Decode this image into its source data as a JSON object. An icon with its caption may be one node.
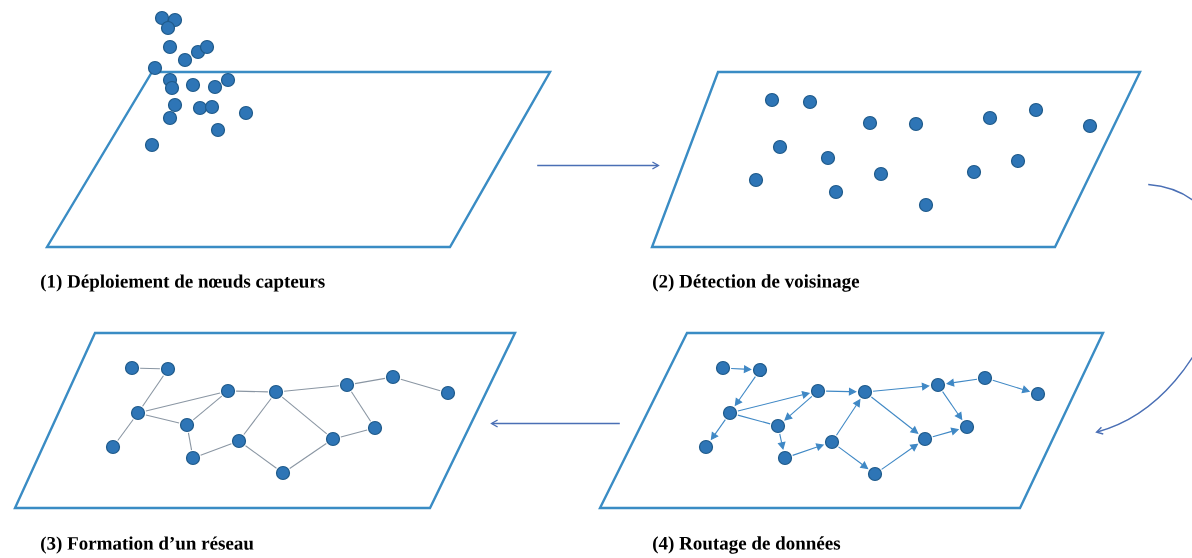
{
  "diagram": {
    "nodes": [
      {
        "text": [],
        "shape": "parallelogram",
        "beside": [
          "(1) Déploiement de nœuds capteurs"
        ]
      },
      {
        "text": [],
        "shape": "parallelogram",
        "beside": [
          "(2) Détection de voisinage"
        ]
      },
      {
        "text": [],
        "shape": "parallelogram",
        "beside": [
          "(3) Formation d’un réseau"
        ]
      },
      {
        "text": [],
        "shape": "parallelogram",
        "beside": [
          "(4) Routage de données"
        ]
      },
      {
        "text": [],
        "shape": "circle",
        "in": 2
      },
      {
        "text": [],
        "shape": "circle",
        "in": 2
      },
      {
        "text": [],
        "shape": "circle",
        "in": 2
      },
      {
        "text": [],
        "shape": "circle",
        "in": 2
      },
      {
        "text": [],
        "shape": "circle",
        "in": 2
      },
      {
        "text": [],
        "shape": "circle",
        "in": 2
      },
      {
        "text": [],
        "shape": "circle",
        "in": 2
      },
      {
        "text": [],
        "shape": "circle",
        "in": 2
      },
      {
        "text": [],
        "shape": "circle",
        "in": 2
      },
      {
        "text": [],
        "shape": "circle",
        "in": 2
      },
      {
        "text": [],
        "shape": "circle",
        "in": 2
      },
      {
        "text": [],
        "shape": "circle",
        "in": 2
      },
      {
        "text": [],
        "shape": "circle",
        "in": 2
      },
      {
        "text": [],
        "shape": "circle",
        "in": 2
      },
      {
        "text": [],
        "shape": "circle",
        "in": 2
      },
      {
        "text": [],
        "shape": "circle",
        "in": 3
      },
      {
        "text": [],
        "shape": "circle",
        "in": 3
      },
      {
        "text": [],
        "shape": "circle",
        "in": 3
      },
      {
        "text": [],
        "shape": "circle",
        "in": 3
      },
      {
        "text": [],
        "shape": "circle",
        "in": 3
      },
      {
        "text": [],
        "shape": "circle",
        "in": 3
      },
      {
        "text": [],
        "shape": "circle",
        "in": 3
      },
      {
        "text": [],
        "shape": "circle",
        "in": 3
      },
      {
        "text": [],
        "shape": "circle",
        "in": 3
      },
      {
        "text": [],
        "shape": "circle",
        "in": 3
      },
      {
        "text": [],
        "shape": "circle",
        "in": 3
      },
      {
        "text": [],
        "shape": "circle",
        "in": 3
      },
      {
        "text": [],
        "shape": "circle",
        "in": 3
      },
      {
        "text": [],
        "shape": "circle",
        "in": 3
      },
      {
        "text": [],
        "shape": "circle",
        "in": 3
      },
      {
        "text": [],
        "shape": "circle"
      },
      {
        "text": [],
        "shape": "circle"
      },
      {
        "text": [],
        "shape": "circle"
      },
      {
        "text": [],
        "shape": "circle"
      },
      {
        "text": [],
        "shape": "circle"
      },
      {
        "text": [],
        "shape": "circle"
      },
      {
        "text": [],
        "shape": "circle"
      },
      {
        "text": [],
        "shape": "circle"
      },
      {
        "text": [],
        "shape": "circle",
        "in": 0
      },
      {
        "text": [],
        "shape": "circle",
        "in": 0
      },
      {
        "text": [],
        "shape": "circle",
        "in": 0
      },
      {
        "text": [],
        "shape": "circle",
        "in": 0
      },
      {
        "text": [],
        "shape": "circle",
        "in": 0
      },
      {
        "text": [],
        "shape": "circle",
        "in": 0
      },
      {
        "text": [],
        "shape": "circle",
        "in": 0
      },
      {
        "text": [],
        "shape": "circle",
        "in": 0
      },
      {
        "text": [],
        "shape": "circle",
        "in": 0
      },
      {
        "text": [],
        "shape": "circle",
        "in": 0
      },
      {
        "text": [],
        "shape": "circle",
        "in": 0
      },
      {
        "text": [],
        "shape": "circle",
        "in": 0
      },
      {
        "text": [],
        "shape": "circle",
        "in": 1
      },
      {
        "text": [],
        "shape": "circle",
        "in": 1
      },
      {
        "text": [],
        "shape": "circle",
        "in": 1
      },
      {
        "text": [],
        "shape": "circle",
        "in": 1
      },
      {
        "text": [],
        "shape": "circle",
        "in": 1
      },
      {
        "text": [],
        "shape": "circle",
        "in": 1
      },
      {
        "text": [],
        "shape": "circle",
        "in": 1
      },
      {
        "text": [],
        "shape": "circle",
        "in": 1
      },
      {
        "text": [],
        "shape": "circle",
        "in": 1
      },
      {
        "text": [],
        "shape": "circle",
        "in": 1
      },
      {
        "text": [],
        "shape": "circle",
        "in": 1
      },
      {
        "text": [],
        "shape": "circle",
        "in": 1
      },
      {
        "text": [],
        "shape": "circle",
        "in": 1
      },
      {
        "text": [],
        "shape": "circle",
        "in": 1
      },
      {
        "text": [],
        "shape": "circle",
        "in": 1
      }
    ],
    "edges": [
      {
        "from": 0,
        "to": 1,
        "arrow": "to",
        "color": "#4a6fb5"
      },
      {
        "from": 1,
        "to": 3,
        "arrow": "to",
        "color": "#4a6fb5"
      },
      {
        "from": 3,
        "to": 2,
        "arrow": "to",
        "color": "#4a6fb5"
      },
      {
        "from": 4,
        "to": 5,
        "arrow": "none"
      },
      {
        "from": 5,
        "to": 6,
        "arrow": "none"
      },
      {
        "from": 6,
        "to": 7,
        "arrow": "none"
      },
      {
        "from": 6,
        "to": 9,
        "arrow": "none"
      },
      {
        "from": 6,
        "to": 8,
        "arrow": "none"
      },
      {
        "from": 8,
        "to": 9,
        "arrow": "none"
      },
      {
        "from": 8,
        "to": 12,
        "arrow": "none"
      },
      {
        "from": 12,
        "to": 11,
        "arrow": "none"
      },
      {
        "from": 11,
        "to": 10,
        "arrow": "none"
      },
      {
        "from": 9,
        "to": 10,
        "arrow": "none"
      },
      {
        "from": 10,
        "to": 14,
        "arrow": "none"
      },
      {
        "from": 10,
        "to": 18,
        "arrow": "none"
      },
      {
        "from": 11,
        "to": 13,
        "arrow": "none"
      },
      {
        "from": 13,
        "to": 18,
        "arrow": "none"
      },
      {
        "from": 18,
        "to": 17,
        "arrow": "none"
      },
      {
        "from": 17,
        "to": 14,
        "arrow": "none"
      },
      {
        "from": 14,
        "to": 15,
        "arrow": "none"
      },
      {
        "from": 15,
        "to": 16,
        "arrow": "none"
      },
      {
        "from": 19,
        "to": 20,
        "arrow": "to",
        "color": "#3f88c5"
      },
      {
        "from": 20,
        "to": 21,
        "arrow": "to",
        "color": "#3f88c5"
      },
      {
        "from": 21,
        "to": 22,
        "arrow": "to",
        "color": "#3f88c5"
      },
      {
        "from": 21,
        "to": 24,
        "arrow": "to",
        "color": "#3f88c5"
      },
      {
        "from": 24,
        "to": 23,
        "arrow": "to",
        "color": "#3f88c5"
      },
      {
        "from": 21,
        "to": 23,
        "arrow": "none",
        "color": "#3f88c5"
      },
      {
        "from": 23,
        "to": 27,
        "arrow": "to",
        "color": "#3f88c5"
      },
      {
        "from": 27,
        "to": 26,
        "arrow": "to",
        "color": "#3f88c5"
      },
      {
        "from": 26,
        "to": 25,
        "arrow": "to",
        "color": "#3f88c5"
      },
      {
        "from": 24,
        "to": 25,
        "arrow": "to",
        "color": "#3f88c5"
      },
      {
        "from": 25,
        "to": 29,
        "arrow": "to",
        "color": "#3f88c5"
      },
      {
        "from": 30,
        "to": 29,
        "arrow": "to",
        "color": "#3f88c5"
      },
      {
        "from": 30,
        "to": 31,
        "arrow": "to",
        "color": "#3f88c5"
      },
      {
        "from": 29,
        "to": 32,
        "arrow": "to",
        "color": "#3f88c5"
      },
      {
        "from": 25,
        "to": 33,
        "arrow": "to",
        "color": "#3f88c5"
      },
      {
        "from": 26,
        "to": 28,
        "arrow": "to",
        "color": "#3f88c5"
      },
      {
        "from": 28,
        "to": 33,
        "arrow": "to",
        "color": "#3f88c5"
      },
      {
        "from": 33,
        "to": 32,
        "arrow": "to",
        "color": "#3f88c5"
      }
    ]
  }
}
